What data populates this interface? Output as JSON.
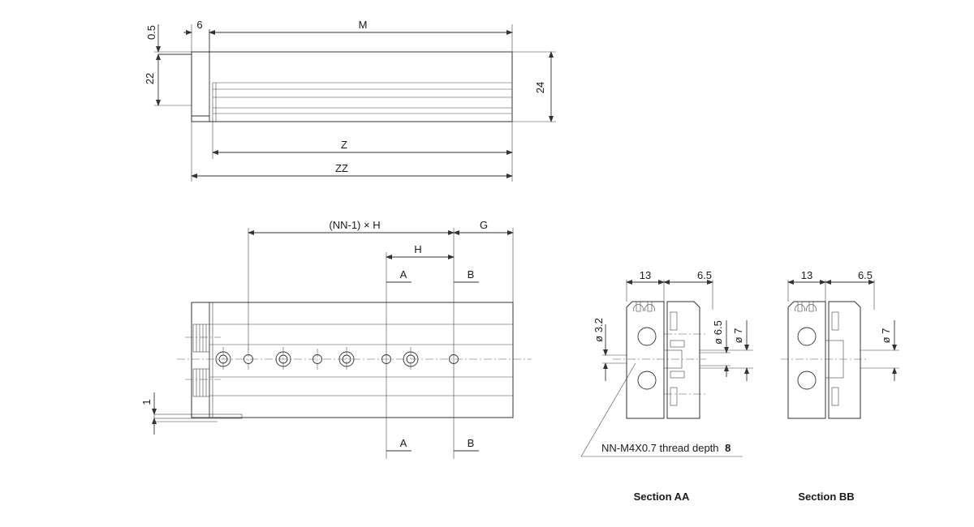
{
  "top_view": {
    "dim_0_5": "0.5",
    "dim_6": "6",
    "dim_M": "M",
    "dim_22": "22",
    "dim_24": "24",
    "dim_Z": "Z",
    "dim_ZZ": "ZZ"
  },
  "front_view": {
    "dim_pitch": "(NN-1) × H",
    "dim_H": "H",
    "dim_G": "G",
    "dim_1": "1",
    "section_A_top": "A",
    "section_B_top": "B",
    "section_A_bottom": "A",
    "section_B_bottom": "B"
  },
  "section_aa": {
    "title": "Section AA",
    "dim_13": "13",
    "dim_6_5": "6.5",
    "dim_d3_2": "ø 3.2",
    "dim_d6_5": "ø 6.5",
    "dim_d7": "ø 7",
    "thread_note": "NN-M4X0.7 thread depth",
    "thread_depth": "8"
  },
  "section_bb": {
    "title": "Section BB",
    "dim_13": "13",
    "dim_6_5": "6.5",
    "dim_d7": "ø 7"
  }
}
